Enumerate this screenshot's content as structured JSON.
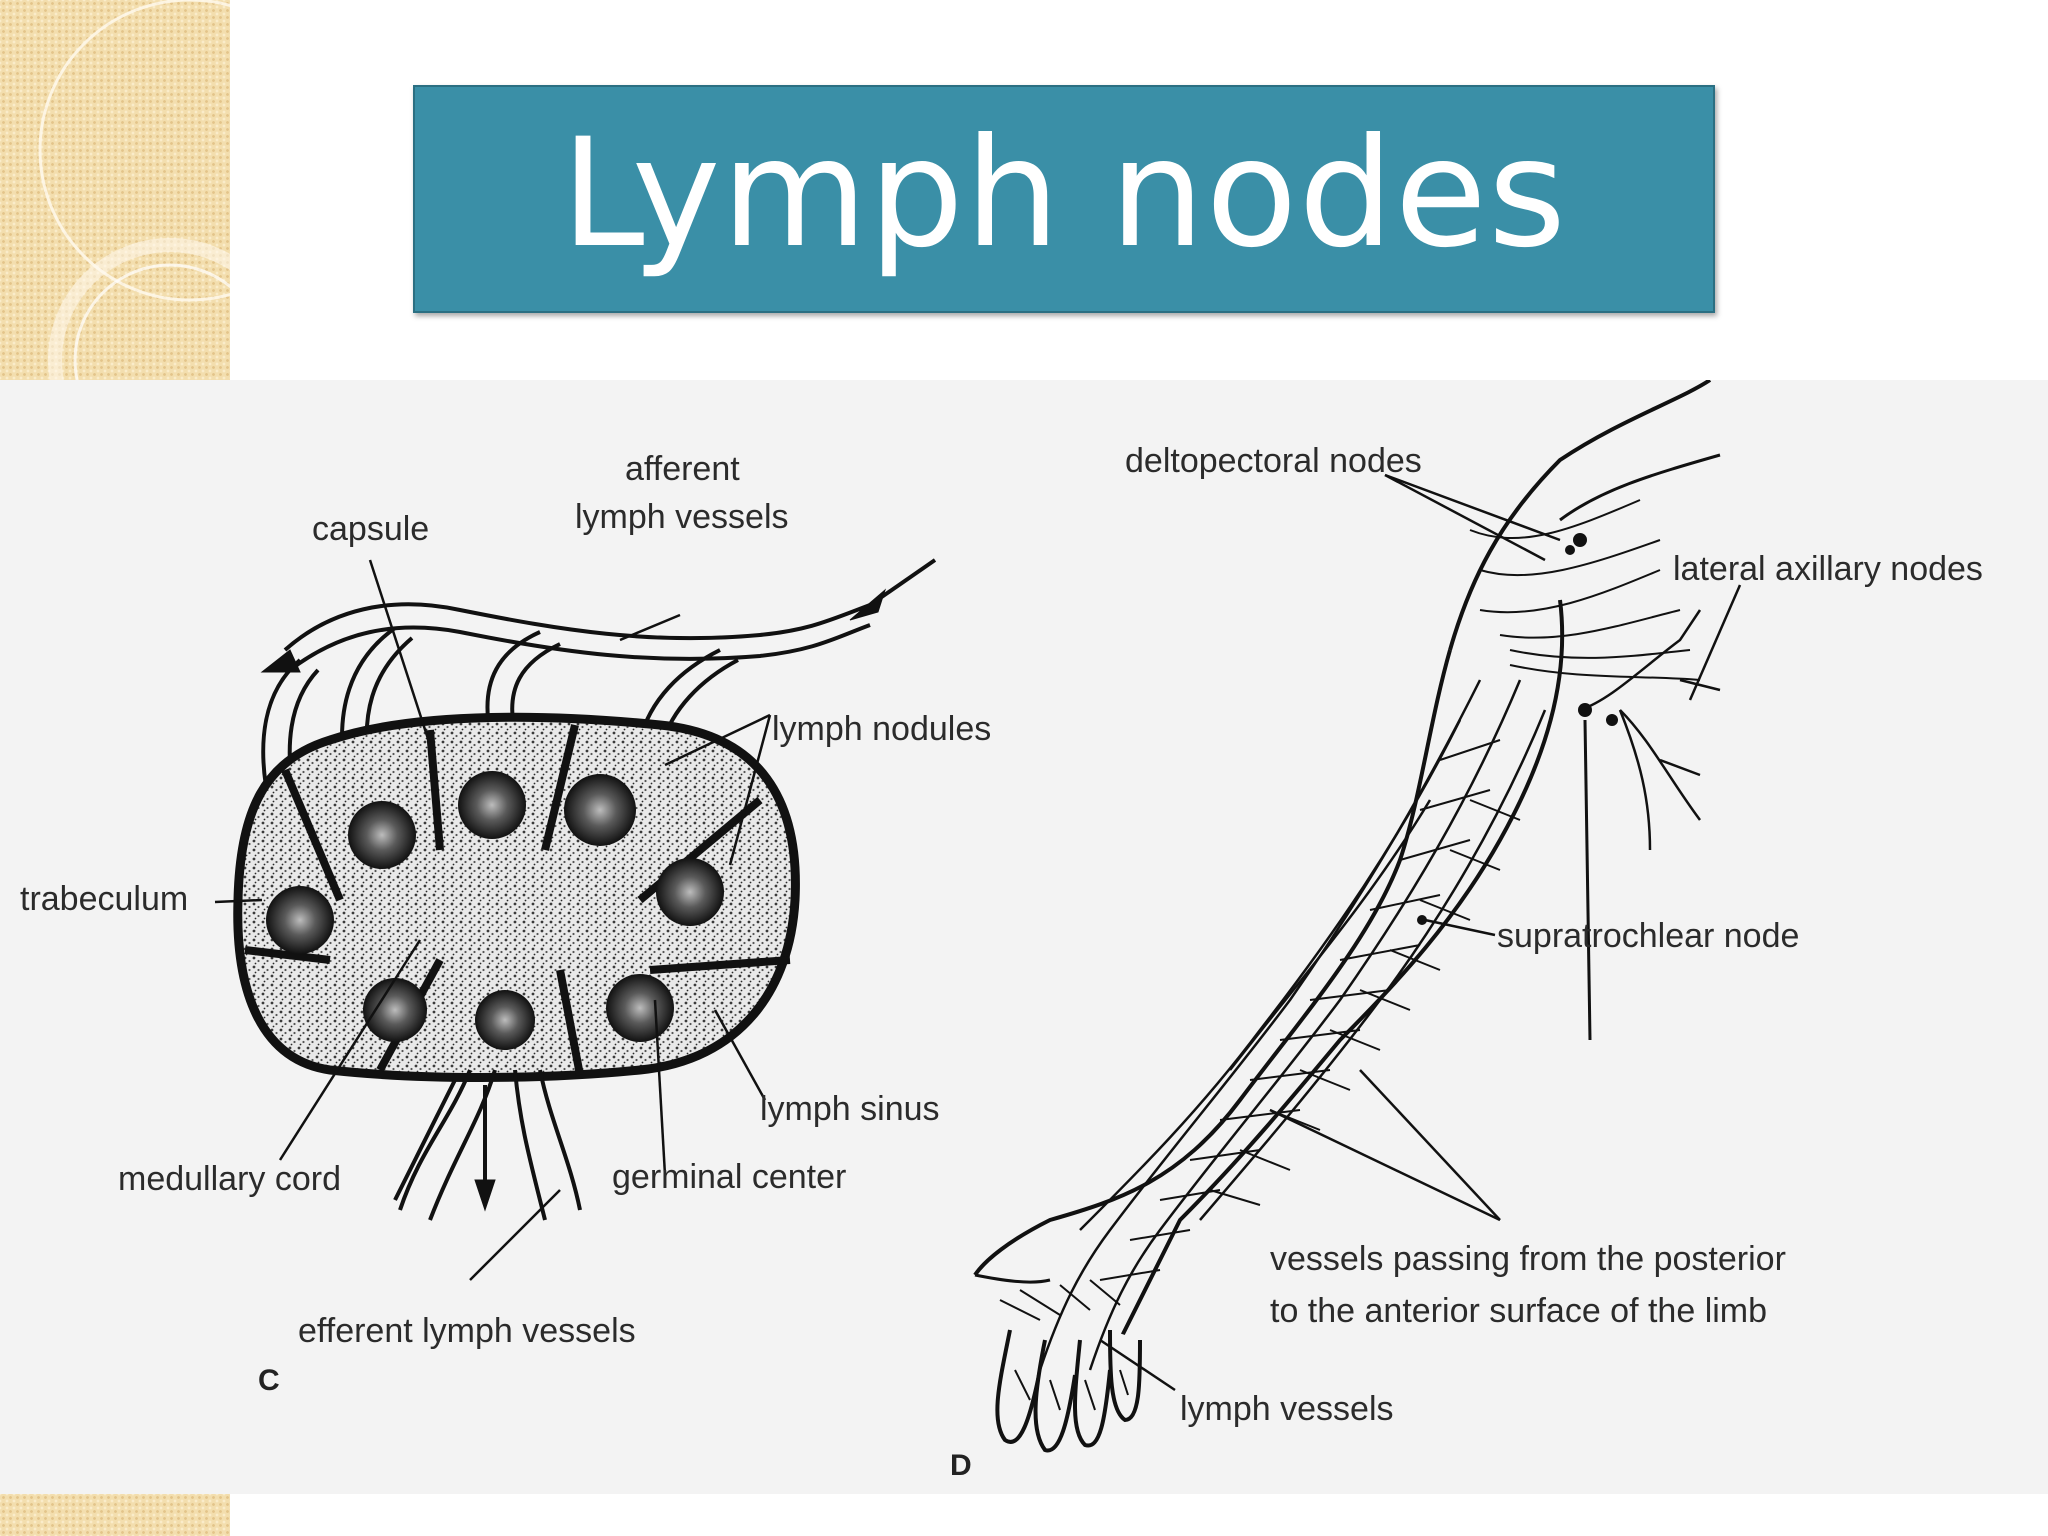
{
  "slide": {
    "title": "Lymph nodes"
  },
  "colors": {
    "title_bg": "#3a8fa7",
    "title_text": "#ffffff",
    "decor_tan": "#f3deae",
    "figure_bg": "#f3f3f3"
  },
  "figure": {
    "panel_c": {
      "letter": "C",
      "labels": {
        "afferent_line1": "afferent",
        "afferent_line2": "lymph vessels",
        "capsule": "capsule",
        "lymph_nodules": "lymph nodules",
        "trabeculum": "trabeculum",
        "lymph_sinus": "lymph sinus",
        "medullary_cord": "medullary cord",
        "germinal_center": "germinal center",
        "efferent": "efferent lymph vessels"
      }
    },
    "panel_d": {
      "letter": "D",
      "labels": {
        "deltopectoral": "deltopectoral nodes",
        "lateral_axillary": "lateral  axillary nodes",
        "supratrochlear": "supratrochlear node",
        "vessels_line1": "vessels passing from the posterior",
        "vessels_line2": "to the anterior surface of the limb",
        "lymph_vessels": "lymph vessels"
      }
    }
  }
}
